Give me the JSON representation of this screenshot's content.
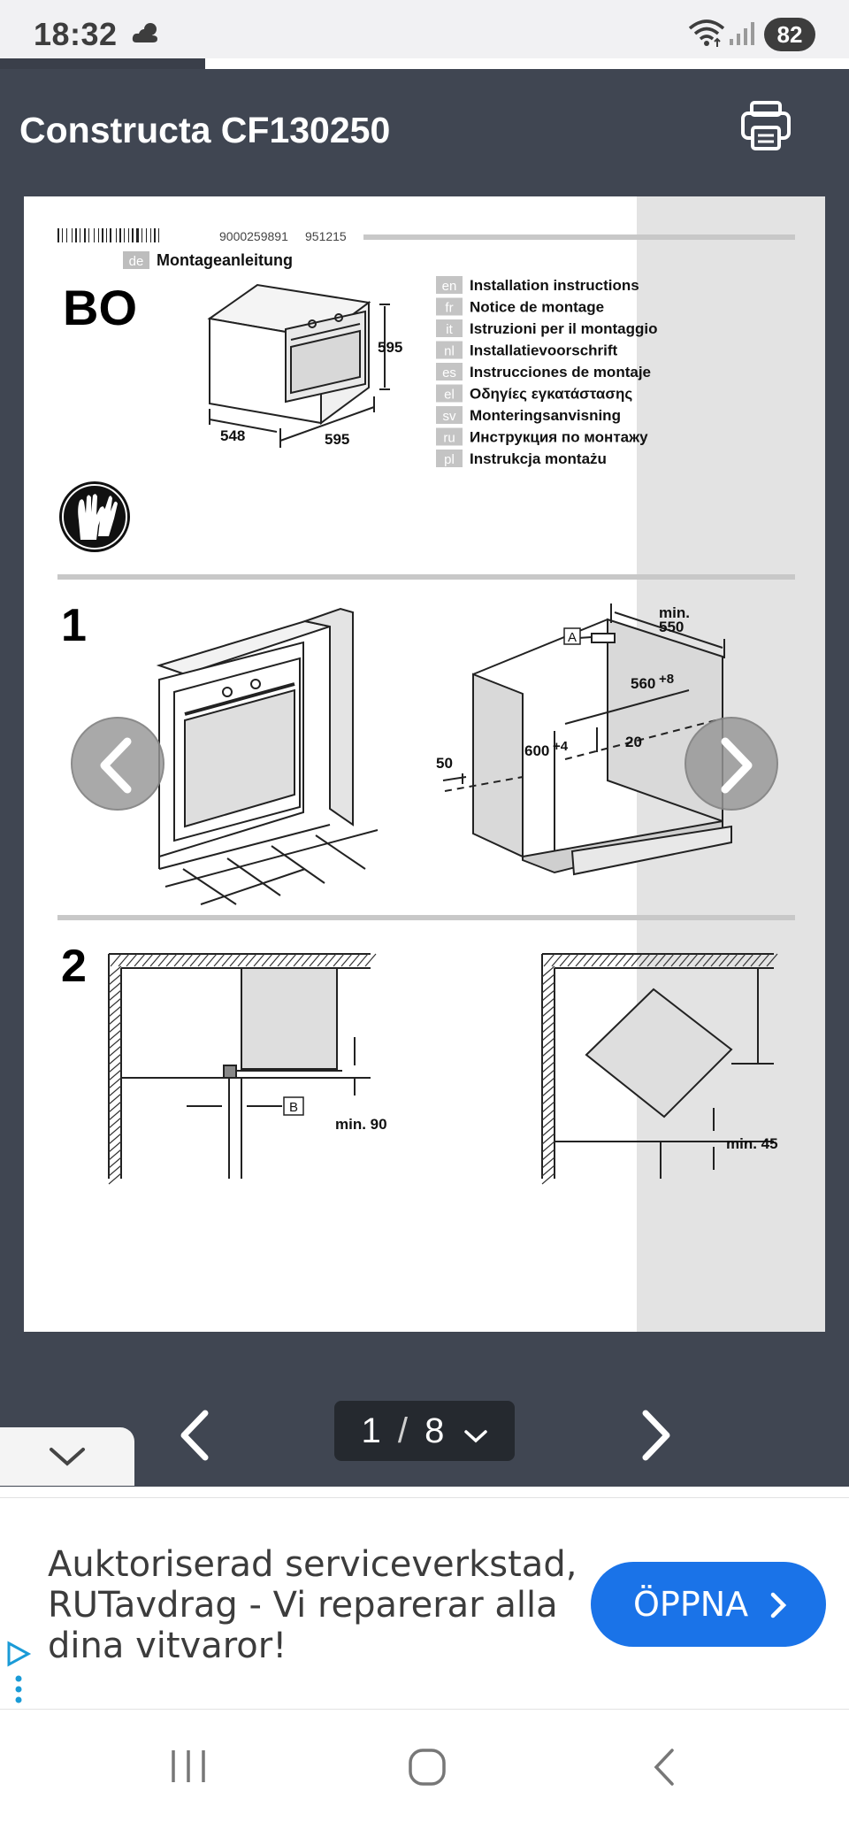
{
  "status_bar": {
    "time": "18:32",
    "battery": "82",
    "icons": [
      "weather-partly-cloudy-icon",
      "wifi-icon",
      "signal-icon"
    ]
  },
  "header": {
    "title": "Constructa CF130250",
    "print_icon": "printer-icon"
  },
  "document_page": {
    "barcode_number": "9000259891",
    "barcode_code": "951215",
    "main_lang_code": "de",
    "main_lang_title": "Montageanleitung",
    "product_code": "BO",
    "oven_dims": {
      "height": "595",
      "depth": "548",
      "width": "595"
    },
    "languages": [
      {
        "code": "en",
        "text": "Installation instructions"
      },
      {
        "code": "fr",
        "text": "Notice de montage"
      },
      {
        "code": "it",
        "text": "Istruzioni per il montaggio"
      },
      {
        "code": "nl",
        "text": "Installatievoorschrift"
      },
      {
        "code": "es",
        "text": "Instrucciones de montaje"
      },
      {
        "code": "el",
        "text": "Οδηγίες εγκατάστασης"
      },
      {
        "code": "sv",
        "text": "Monteringsanvisning"
      },
      {
        "code": "ru",
        "text": "Инструкция по монтажу"
      },
      {
        "code": "pl",
        "text": "Instrukcja montażu"
      }
    ],
    "step1": {
      "number": "1",
      "label_a": "A",
      "min_label": "min.",
      "min_value": "550",
      "dim_560": "560",
      "dim_560_tol": "+8",
      "dim_600": "600",
      "dim_600_tol": "+4",
      "dim_20": "20",
      "dim_50": "50"
    },
    "step2": {
      "number": "2",
      "label_b": "B",
      "min_90": "min. 90",
      "min_45": "min. 45"
    }
  },
  "pager": {
    "current": "1",
    "separator": "/",
    "total": "8"
  },
  "ad": {
    "text": "Auktoriserad serviceverkstad, RUTavdrag - Vi reparerar alla dina vitvaror!",
    "button_label": "ÖPPNA"
  },
  "colors": {
    "header_bg": "#404652",
    "page_indicator_bg": "#25292f",
    "ad_button": "#1a73e8"
  }
}
